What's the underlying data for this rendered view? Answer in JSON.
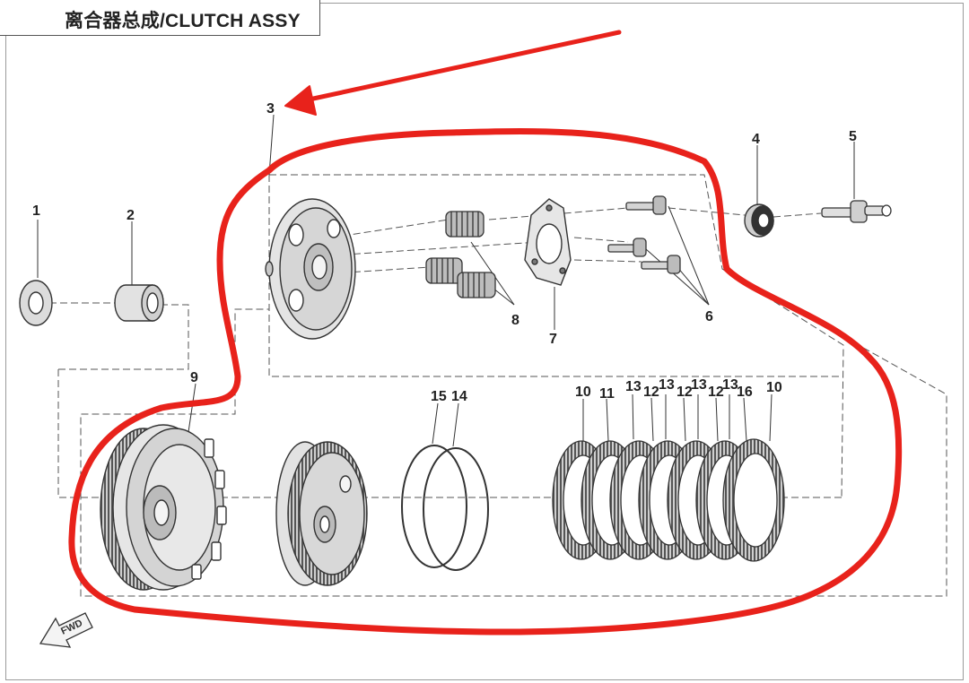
{
  "title": "离合器总成/CLUTCH ASSY",
  "callouts": {
    "c1": "1",
    "c2": "2",
    "c3": "3",
    "c4": "4",
    "c5": "5",
    "c6": "6",
    "c7": "7",
    "c8": "8",
    "c9": "9",
    "c10a": "10",
    "c11": "11",
    "c13a": "13",
    "c12a": "12",
    "c13b": "13",
    "c12b": "12",
    "c13c": "13",
    "c12c": "12",
    "c13d": "13",
    "c16": "16",
    "c10b": "10",
    "c15": "15",
    "c14": "14"
  },
  "fwd_label": "FWD",
  "colors": {
    "markup_red": "#e8221b",
    "line": "#333333",
    "part_fill": "#d8d8d8",
    "dash": "#555555"
  }
}
